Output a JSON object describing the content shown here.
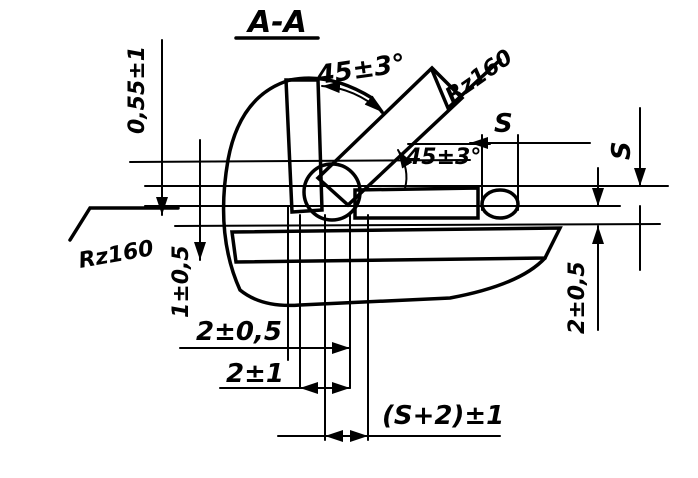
{
  "section_label": "A-A",
  "dimensions": {
    "bevel_angle_top": "45±3°",
    "roughness_top": "Rz160",
    "offset_vertical": "0,55±1",
    "thickness_s_horizontal": "S",
    "thickness_s_vertical": "S",
    "bevel_angle_inner": "45±3°",
    "roughness_left": "Rz160",
    "gap_left": "1±0,5",
    "leg_lower": "2±0,5",
    "leg_upper": "2±1",
    "width_total": "(S+2)±1",
    "gap_right": "2±0,5"
  }
}
